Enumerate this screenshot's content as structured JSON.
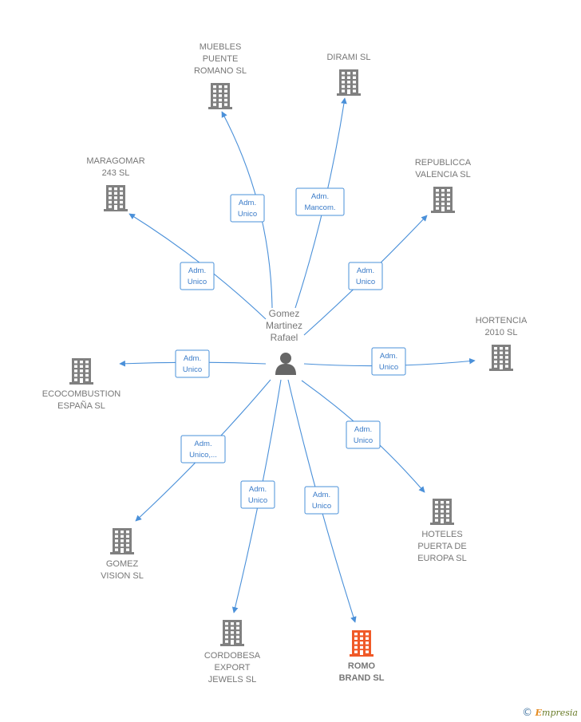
{
  "center": {
    "name_lines": [
      "Gomez",
      "Martinez",
      "Rafael"
    ],
    "icon": "person-icon"
  },
  "companies": [
    {
      "id": "muebles",
      "lines": [
        "MUEBLES",
        "PUENTE",
        "ROMANO  SL"
      ],
      "edge": [
        "Adm.",
        "Unico"
      ],
      "highlight": false
    },
    {
      "id": "dirami",
      "lines": [
        "DIRAMI SL"
      ],
      "edge": [
        "Adm.",
        "Mancom."
      ],
      "highlight": false
    },
    {
      "id": "maragomar",
      "lines": [
        "MARAGOMAR",
        "243  SL"
      ],
      "edge": [
        "Adm.",
        "Unico"
      ],
      "highlight": false
    },
    {
      "id": "republicca",
      "lines": [
        "REPUBLICCA",
        "VALENCIA  SL"
      ],
      "edge": [
        "Adm.",
        "Unico"
      ],
      "highlight": false
    },
    {
      "id": "hortencia",
      "lines": [
        "HORTENCIA",
        "2010 SL"
      ],
      "edge": [
        "Adm.",
        "Unico"
      ],
      "highlight": false
    },
    {
      "id": "ecocombustion",
      "lines": [
        "ECOCOMBUSTION",
        "ESPAÑA  SL"
      ],
      "edge": [
        "Adm.",
        "Unico"
      ],
      "highlight": false
    },
    {
      "id": "gomez-vision",
      "lines": [
        "GOMEZ",
        "VISION SL"
      ],
      "edge": [
        "Adm.",
        "Unico,..."
      ],
      "highlight": false
    },
    {
      "id": "hoteles",
      "lines": [
        "HOTELES",
        "PUERTA DE",
        "EUROPA  SL"
      ],
      "edge": [
        "Adm.",
        "Unico"
      ],
      "highlight": false
    },
    {
      "id": "cordobesa",
      "lines": [
        "CORDOBESA",
        "EXPORT",
        "JEWELS  SL"
      ],
      "edge": [
        "Adm.",
        "Unico"
      ],
      "highlight": false
    },
    {
      "id": "romo",
      "lines": [
        "ROMO",
        "BRAND  SL"
      ],
      "edge": [
        "Adm.",
        "Unico"
      ],
      "highlight": true
    }
  ],
  "colors": {
    "edge": "#4a90d9",
    "building": "#808080",
    "building_highlight": "#f05a28",
    "person": "#666666"
  },
  "footer": {
    "copyright_symbol": "©",
    "brand_initial": "E",
    "brand_rest": "mpresia"
  }
}
